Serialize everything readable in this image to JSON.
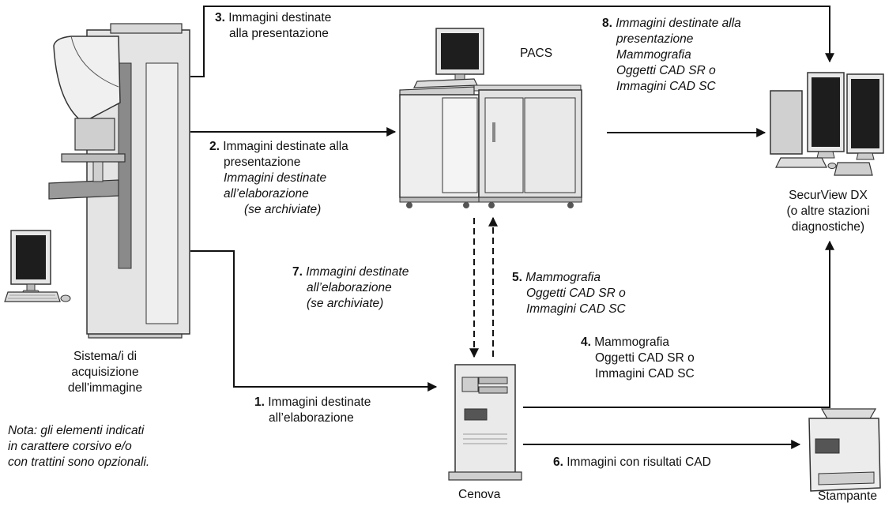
{
  "devices": {
    "acquisition": [
      "Sistema/i di",
      "acquisizione",
      "dell'immagine"
    ],
    "pacs": "PACS",
    "securview": [
      "SecurView DX",
      "(o altre stazioni",
      "diagnostiche)"
    ],
    "cenova": "Cenova",
    "printer": "Stampante"
  },
  "note": [
    "Nota: gli elementi indicati",
    "in carattere corsivo e/o",
    "con trattini sono opzionali."
  ],
  "flows": {
    "f1": {
      "num": "1.",
      "lines": [
        "Immagini destinate",
        "all’elaborazione"
      ]
    },
    "f2": {
      "num": "2.",
      "lines": [
        "Immagini destinate alla",
        "presentazione"
      ],
      "italic_lines": [
        "Immagini destinate",
        "all’elaborazione",
        "(se archiviate)"
      ]
    },
    "f3": {
      "num": "3.",
      "lines": [
        "Immagini destinate",
        "alla presentazione"
      ]
    },
    "f4": {
      "num": "4.",
      "lines": [
        "Mammografia",
        "Oggetti CAD SR o",
        "Immagini CAD SC"
      ]
    },
    "f5": {
      "num": "5.",
      "italic_lines": [
        "Mammografia",
        "Oggetti CAD SR o",
        "Immagini CAD SC"
      ]
    },
    "f6": {
      "num": "6.",
      "lines": [
        "Immagini con risultati CAD"
      ]
    },
    "f7": {
      "num": "7.",
      "italic_lines": [
        "Immagini destinate",
        "all’elaborazione",
        "(se archiviate)"
      ]
    },
    "f8": {
      "num": "8.",
      "italic_lines": [
        "Immagini destinate alla",
        "presentazione",
        "Mammografia",
        "Oggetti CAD SR o",
        "Immagini CAD SC"
      ]
    }
  }
}
